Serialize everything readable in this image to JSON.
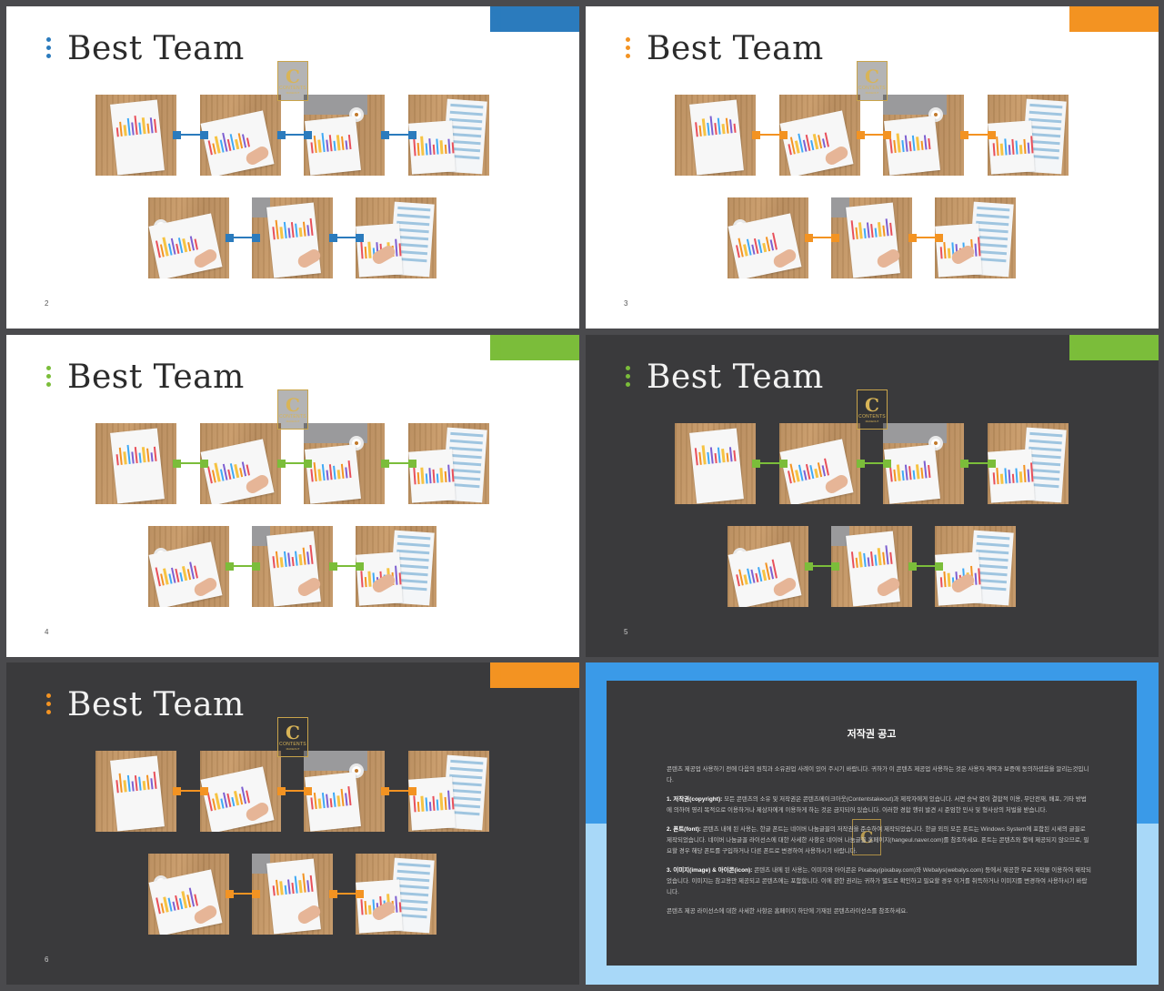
{
  "slides": [
    {
      "id": "slide-2",
      "theme": "light",
      "accent": "#2b7bbd",
      "title": "Best Team",
      "page": "2"
    },
    {
      "id": "slide-3",
      "theme": "light",
      "accent": "#f39322",
      "title": "Best Team",
      "page": "3"
    },
    {
      "id": "slide-4",
      "theme": "light",
      "accent": "#7bbd3a",
      "title": "Best Team",
      "page": "4"
    },
    {
      "id": "slide-5",
      "theme": "dark",
      "accent": "#7bbd3a",
      "title": "Best Team",
      "page": "5"
    },
    {
      "id": "slide-6",
      "theme": "dark",
      "accent": "#f39322",
      "title": "Best Team",
      "page": "6"
    }
  ],
  "logo": {
    "letter": "C",
    "text": "CONTENTS",
    "sub": "MAKEOUT"
  },
  "copyright": {
    "title": "저작권 공고",
    "intro": "콘텐츠 제공업 사용하기 전에 다음의 원칙과 소유권업 사례이 있어 주시기 바랍니다. 귀하가 이 콘텐츠 제공업 사용하는 것은 사용자 계약과 보증에 동의하셨음을 알리는것입니다.",
    "s1_label": "1. 저작권(copyright):",
    "s1_text": " 모든 콘텐츠의 소유 및 저작권은 콘텐츠메이크아웃(Contentstakeout)과 제작자에게 있습니다. 서면 승낙 없이 결합적 이용, 무단전재, 배포, 기타 방법에 의하여 영리 목적으로 이용하거나 제삼자에게 이용하게 하는 것은 금지되어 있습니다. 이러한 경합 행위 발견 시 준엄한 민사 및 형사상의 처벌을 받습니다.",
    "s2_label": "2. 폰트(font):",
    "s2_text": " 콘텐츠 내에 된 사용는, 한글 폰트는 네이버 나눔글꼴의 저작권을 준수하여 제작되었습니다. 한글 외의 모든 폰트는 Windows System에 포함된 시세의 글꼴로 제작되었습니다. 네이버 나눔글꼴 라이선스에 대한 사세한 사항은 네이버 나눔글꼴 홈페이지(hangeul.naver.com)를 참조하세요. 폰트는 콘텐츠와 함께 제공되지 않으므로, 필요할 경우 해당 폰트를 구입하거나 다른 폰트로 변경하여 사용하시기 바랍니다.",
    "s3_label": "3. 이미지(image) & 아이콘(icon):",
    "s3_text": " 콘텐츠 내에 된 사용는, 이미지와 아이콘은 Pixabay(pixabay.com)와 Webalys(webalys.com) 등에서 제공한 무료 저작물 이용하여 제작되었습니다. 이미지는 참고용만 제공되고 콘텐츠에는 포함합니다. 이에 관한 권리는 귀하가 별도로 확인하고 필요할 경우 이거를 취득하거나 이미지를 변경하여 사용하시기 바랍니다.",
    "outro": "콘텐츠 제공 라이선스에 대한 사세한 사항은 홈페이지 하단에 기재된 콘텐츠라이선스를 참조하세요."
  }
}
